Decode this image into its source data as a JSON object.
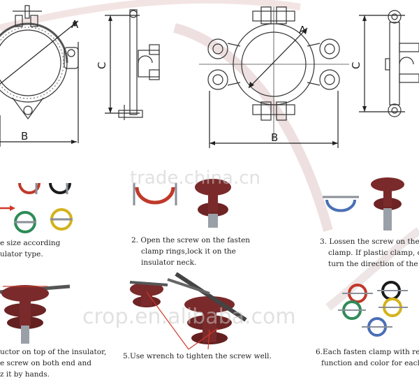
{
  "dimension_labels": {
    "left_diameter": "A",
    "left_width": "B",
    "left_height": "C",
    "right_diameter": "A",
    "right_width": "B",
    "right_height": "C"
  },
  "steps": [
    {
      "lines": [
        "e size according",
        "ulator type."
      ]
    },
    {
      "lines": [
        "2. Open the screw on the fasten",
        "clamp rings,lock it on the",
        "insulator neck."
      ]
    },
    {
      "lines": [
        "3. Lossen the screw on the a",
        "clamp. If plastic clamp, or",
        "turn the direction of the s"
      ]
    },
    {
      "lines": [
        "uctor on top of the insulator,",
        "e screw on both end and",
        "z it by hands."
      ]
    },
    {
      "lines": [
        "5.Use wrench to tighten the screw well."
      ]
    },
    {
      "lines": [
        "6.Each fasten clamp with rel",
        "function and color for each"
      ]
    }
  ],
  "watermarks": {
    "top": "trade.china.cn",
    "bottom": "crop.en.alibaba.com"
  },
  "colors": {
    "line": "#333333",
    "porcelain": "#7a2a2a",
    "clamp_red": "#c0392b",
    "clamp_green": "#2e8b57",
    "clamp_yellow": "#d4b21a",
    "metal": "#8a8f98",
    "swoosh": "#e9d6d6"
  }
}
